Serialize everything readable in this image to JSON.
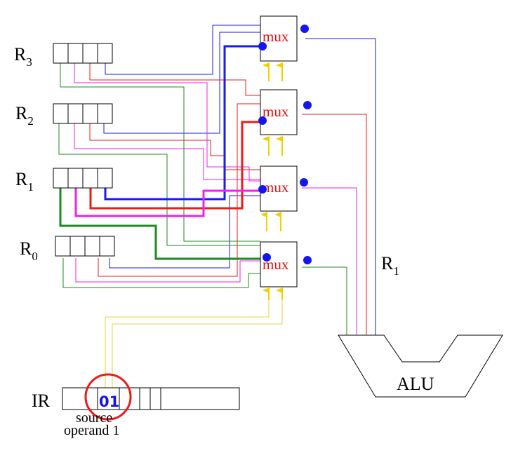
{
  "registers": [
    {
      "id": "r3",
      "name": "R",
      "sub": "3"
    },
    {
      "id": "r2",
      "name": "R",
      "sub": "2"
    },
    {
      "id": "r1",
      "name": "R",
      "sub": "1"
    },
    {
      "id": "r0",
      "name": "R",
      "sub": "0"
    }
  ],
  "muxes": [
    {
      "id": "mux3",
      "label": "mux"
    },
    {
      "id": "mux2",
      "label": "mux"
    },
    {
      "id": "mux1",
      "label": "mux"
    },
    {
      "id": "mux0",
      "label": "mux"
    }
  ],
  "alu": {
    "label": "ALU",
    "input_name": "R",
    "input_sub": "1"
  },
  "ir": {
    "label": "IR",
    "field_value": "01",
    "caption_line1": "source",
    "caption_line2": "operand 1"
  },
  "colors": {
    "wire_r3": "#1a1aee",
    "wire_r2": "#ee1a1a",
    "wire_r1": "#ee22ee",
    "wire_r0": "#1e8a1e",
    "select": "#f2d000",
    "select_line": "#e8d040",
    "dot": "#1515f0",
    "mux_text": "#e01010",
    "highlight_circle": "#ee1a1a"
  }
}
